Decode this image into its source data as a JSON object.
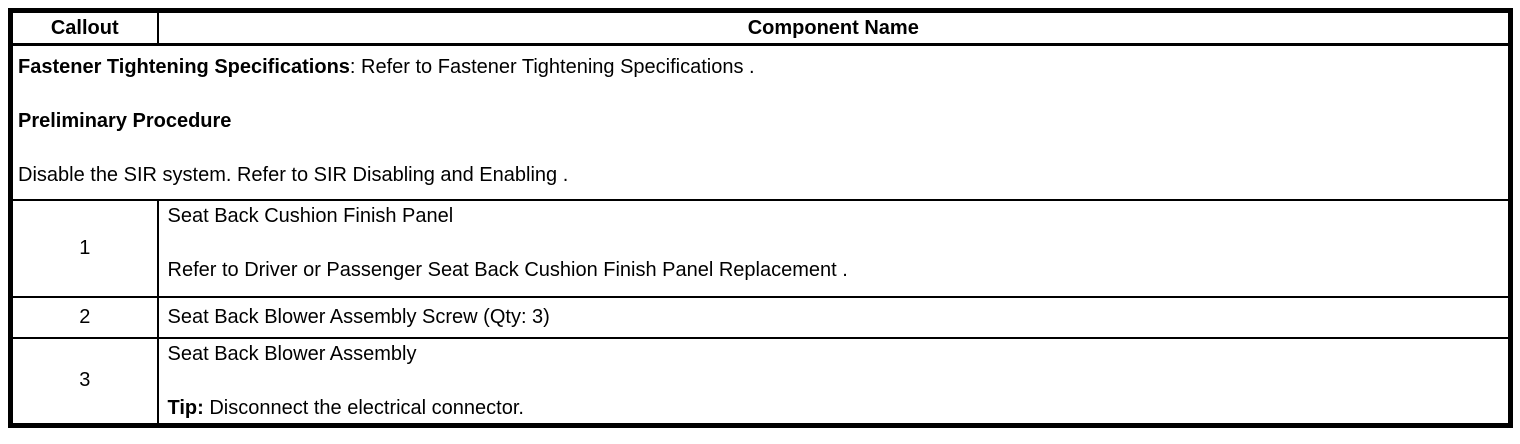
{
  "page": {
    "background_color": "#ffffff",
    "border_color": "#000000",
    "text_color": "#000000"
  },
  "table": {
    "header": {
      "callout_label": "Callout",
      "component_label": "Component Name"
    },
    "preamble": {
      "fastener_label": "Fastener Tightening Specifications",
      "fastener_text": ": Refer to Fastener Tightening Specifications .",
      "preliminary_heading": "Preliminary Procedure",
      "disable_text": "Disable the SIR system. Refer to SIR Disabling and Enabling ."
    },
    "rows": [
      {
        "callout": "1",
        "name": "Seat Back Cushion Finish Panel",
        "note": "Refer to Driver or Passenger Seat Back Cushion Finish Panel Replacement ."
      },
      {
        "callout": "2",
        "name": "Seat Back Blower Assembly Screw (Qty: 3)"
      },
      {
        "callout": "3",
        "name": "Seat Back Blower Assembly",
        "tip_label": "Tip:",
        "tip_text": " Disconnect the electrical connector."
      }
    ]
  }
}
